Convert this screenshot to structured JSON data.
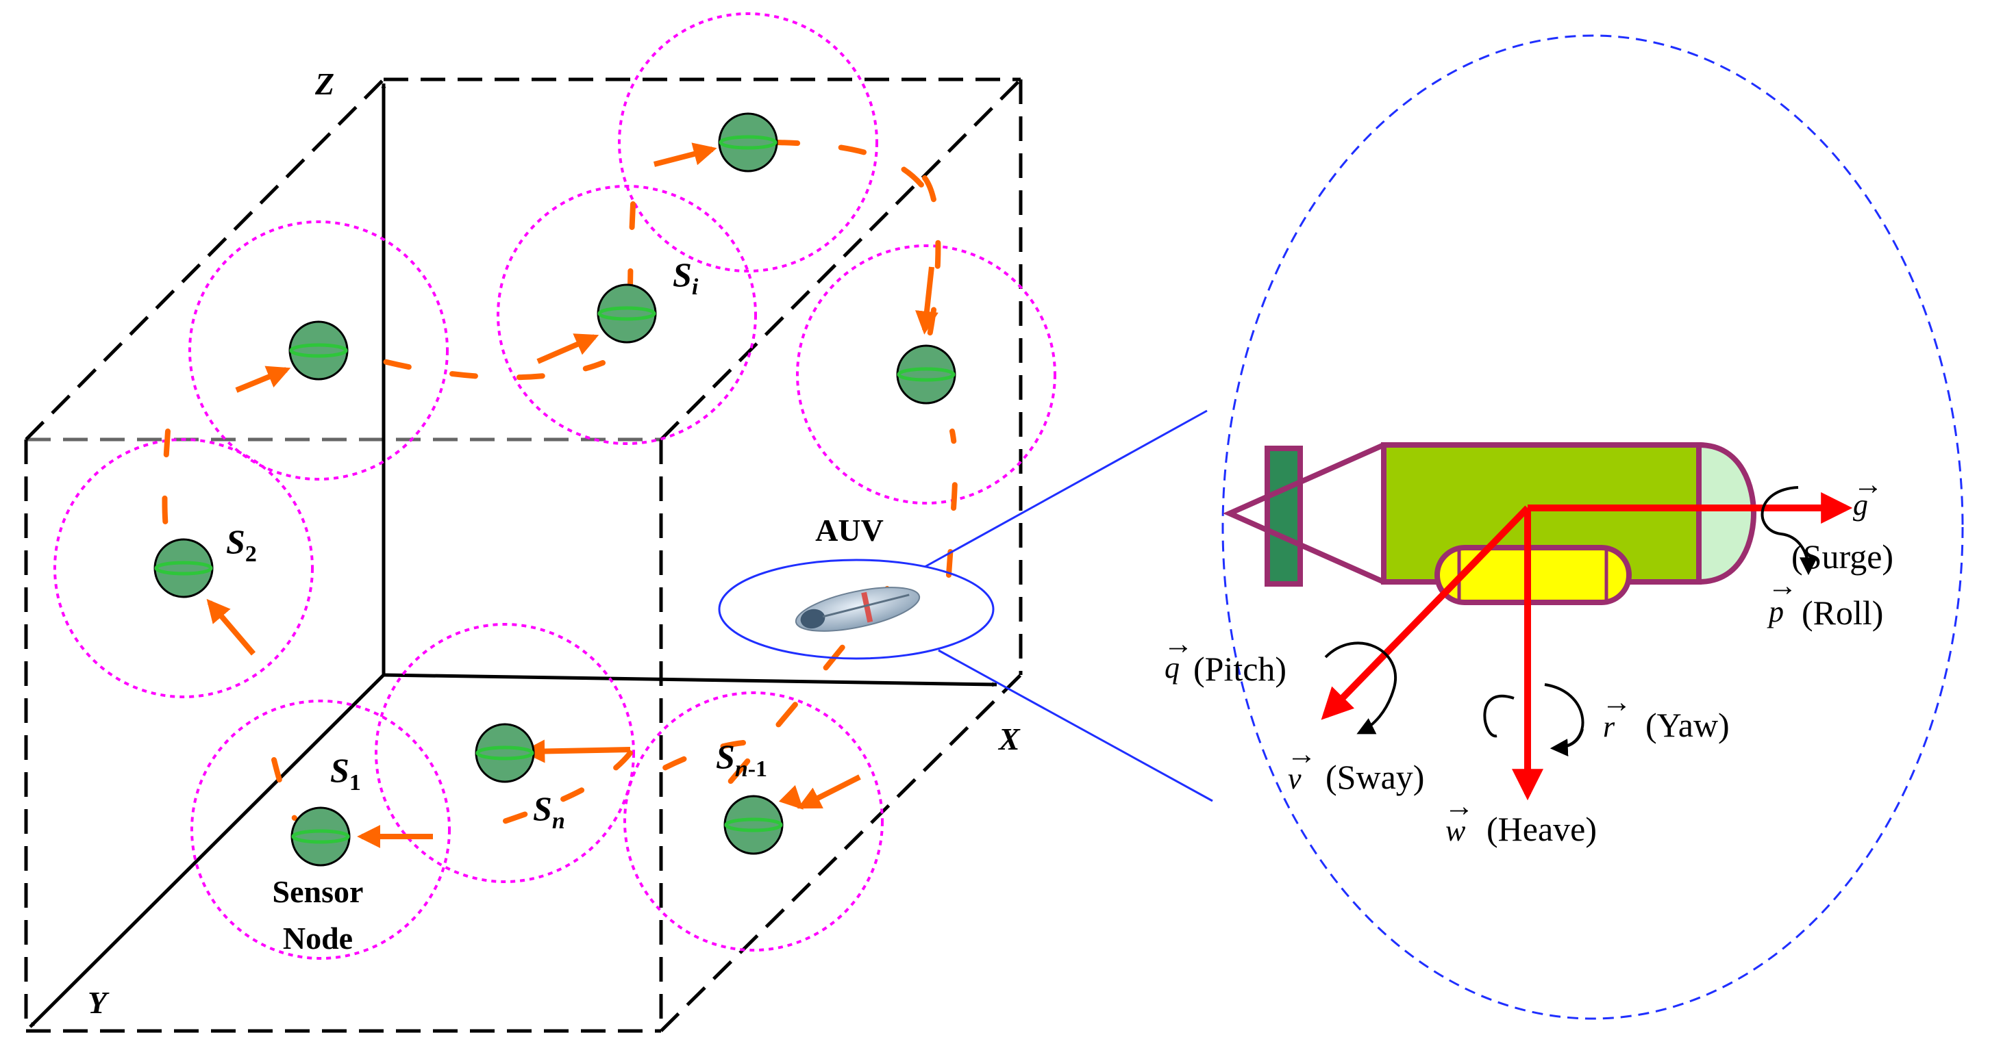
{
  "colors": {
    "cube_edge": "#000000",
    "cube_edge_gray": "#666666",
    "range_circle": "#ff00ff",
    "sensor_fill": "#5aa772",
    "sensor_band": "#2ec63a",
    "path": "#ff6600",
    "zoom_ellipse": "#1f2fff",
    "zoom_line": "#1f2fff",
    "auv_tail": "#2d8a56",
    "auv_frame": "#9b2d6e",
    "auv_body": "#9ccc00",
    "auv_nose": "#ccf2cc",
    "auv_pod": "#ffff00",
    "dof_arrow": "#ff0000"
  },
  "axes": {
    "x": "X",
    "y": "Y",
    "z": "Z"
  },
  "nodes": {
    "s1": {
      "base": "S",
      "sub": "1"
    },
    "s2": {
      "base": "S",
      "sub": "2"
    },
    "si": {
      "base": "S",
      "sub": "i"
    },
    "sn": {
      "base": "S",
      "sub": "n"
    },
    "sn1": {
      "base": "S",
      "sub": "n",
      "sub_suffix": "-1"
    }
  },
  "labels": {
    "sensor_node_line1": "Sensor",
    "sensor_node_line2": "Node",
    "auv": "AUV"
  },
  "dof": {
    "surge": {
      "symbol": "g",
      "text": "(Surge)"
    },
    "roll": {
      "symbol": "p",
      "text": "(Roll)"
    },
    "pitch": {
      "symbol": "q",
      "text": "(Pitch)"
    },
    "sway": {
      "symbol": "v",
      "text": "(Sway)"
    },
    "yaw": {
      "symbol": "r",
      "text": "(Yaw)"
    },
    "heave": {
      "symbol": "w",
      "text": "(Heave)"
    }
  }
}
